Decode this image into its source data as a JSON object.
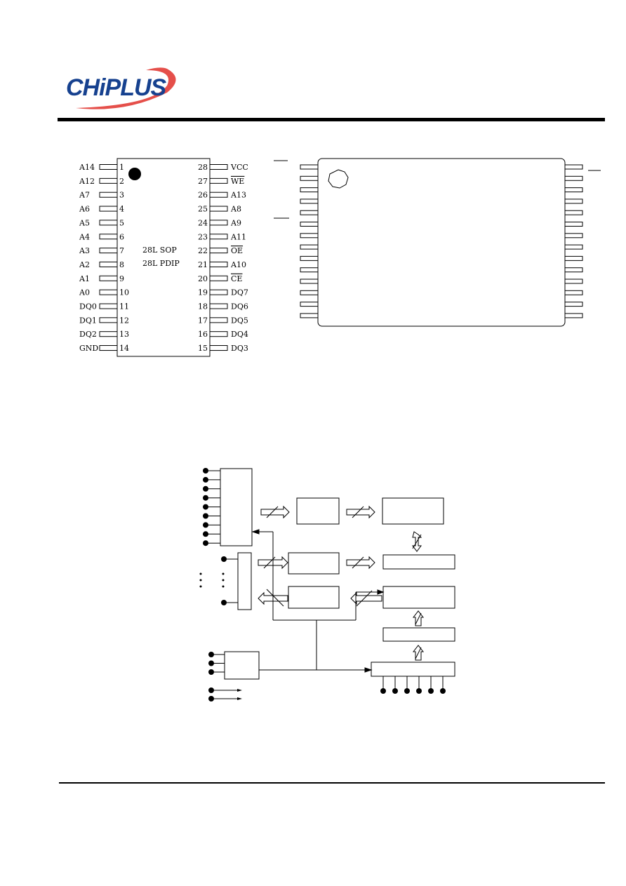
{
  "logo": {
    "text": "CHiPLUS",
    "colors": {
      "primary": "#16418f",
      "swoosh": "#e0302a"
    }
  },
  "dip": {
    "package_labels": [
      "28L SOP",
      "28L PDIP"
    ],
    "left_pins": [
      {
        "name": "A14",
        "num": "1"
      },
      {
        "name": "A12",
        "num": "2"
      },
      {
        "name": "A7",
        "num": "3"
      },
      {
        "name": "A6",
        "num": "4"
      },
      {
        "name": "A5",
        "num": "5"
      },
      {
        "name": "A4",
        "num": "6"
      },
      {
        "name": "A3",
        "num": "7"
      },
      {
        "name": "A2",
        "num": "8"
      },
      {
        "name": "A1",
        "num": "9"
      },
      {
        "name": "A0",
        "num": "10"
      },
      {
        "name": "DQ0",
        "num": "11"
      },
      {
        "name": "DQ1",
        "num": "12"
      },
      {
        "name": "DQ2",
        "num": "13"
      },
      {
        "name": "GND",
        "num": "14"
      }
    ],
    "right_pins": [
      {
        "name": "VCC",
        "num": "28",
        "overline": false
      },
      {
        "name": "WE",
        "num": "27",
        "overline": true
      },
      {
        "name": "A13",
        "num": "26",
        "overline": false
      },
      {
        "name": "A8",
        "num": "25",
        "overline": false
      },
      {
        "name": "A9",
        "num": "24",
        "overline": false
      },
      {
        "name": "A11",
        "num": "23",
        "overline": false
      },
      {
        "name": "OE",
        "num": "22",
        "overline": true
      },
      {
        "name": "A10",
        "num": "21",
        "overline": false
      },
      {
        "name": "CE",
        "num": "20",
        "overline": true
      },
      {
        "name": "DQ7",
        "num": "19",
        "overline": false
      },
      {
        "name": "DQ6",
        "num": "18",
        "overline": false
      },
      {
        "name": "DQ5",
        "num": "17",
        "overline": false
      },
      {
        "name": "DQ4",
        "num": "16",
        "overline": false
      },
      {
        "name": "DQ3",
        "num": "15",
        "overline": false
      }
    ]
  },
  "tsop": {
    "pins_per_side": 14
  },
  "block": {
    "row_address_inputs": 9,
    "column_address_inputs": 3,
    "control_inputs": 3,
    "power_inputs": 2,
    "bottom_inputs": 6
  }
}
